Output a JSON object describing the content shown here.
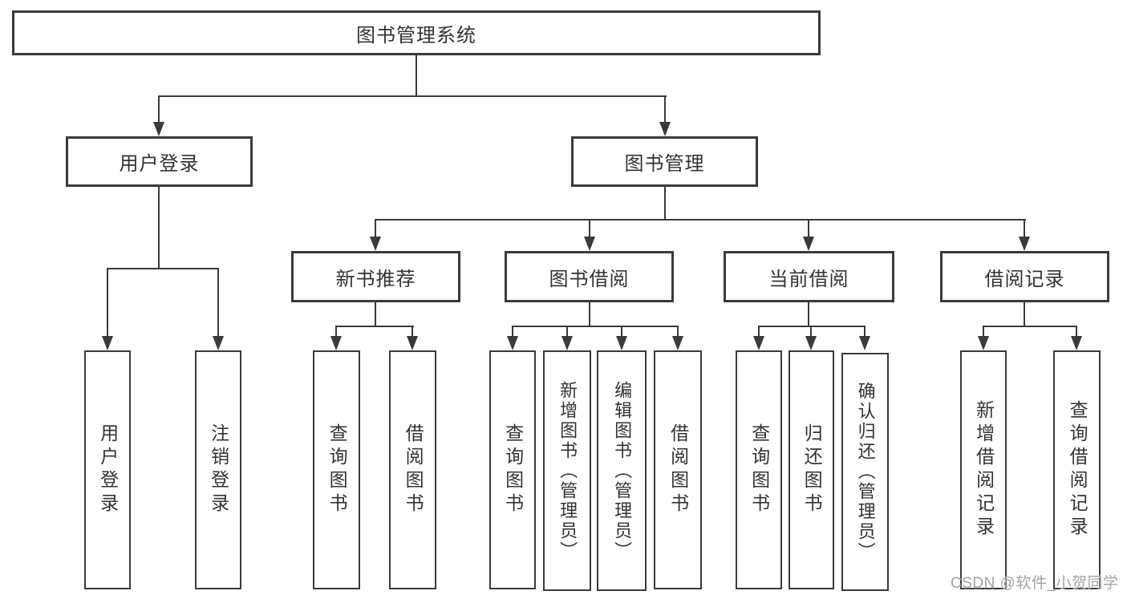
{
  "diagram": {
    "root": {
      "label": "图书管理系统",
      "children": [
        {
          "label": "用户登录",
          "children": [
            {
              "label": "用户登录"
            },
            {
              "label": "注销登录"
            }
          ]
        },
        {
          "label": "图书管理",
          "children": [
            {
              "label": "新书推荐",
              "children": [
                {
                  "label": "查询图书"
                },
                {
                  "label": "借阅图书"
                }
              ]
            },
            {
              "label": "图书借阅",
              "children": [
                {
                  "label": "查询图书"
                },
                {
                  "label": "新增图书（管理员）"
                },
                {
                  "label": "编辑图书（管理员）"
                },
                {
                  "label": "借阅图书"
                }
              ]
            },
            {
              "label": "当前借阅",
              "children": [
                {
                  "label": "查询图书"
                },
                {
                  "label": "归还图书"
                },
                {
                  "label": "确认归还（管理员）"
                }
              ]
            },
            {
              "label": "借阅记录",
              "children": [
                {
                  "label": "新增借阅记录"
                },
                {
                  "label": "查询借阅记录"
                }
              ]
            }
          ]
        }
      ]
    },
    "watermark": {
      "text": "CSDN @软件_小贺同学"
    },
    "colors": {
      "line": "#3a3a3a",
      "text": "#333333",
      "background": "#ffffff",
      "watermark": "#a3a3a3"
    }
  }
}
